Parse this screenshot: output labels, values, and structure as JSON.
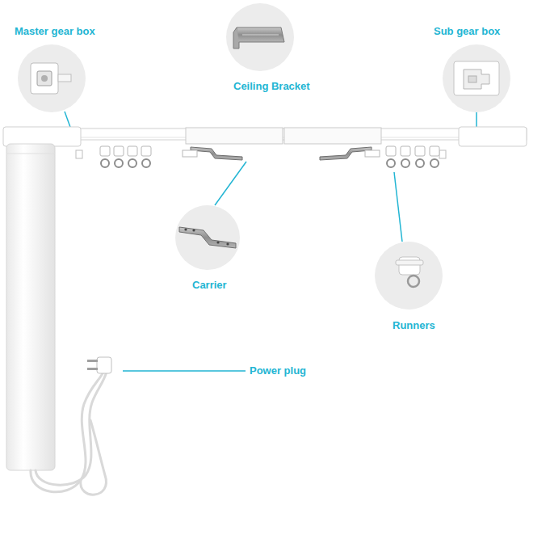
{
  "diagram": {
    "labels": [
      "Master gear box",
      "Sub gear box",
      "Ceiling Bracket",
      "Carrier",
      "Runners",
      "Power plug"
    ]
  }
}
